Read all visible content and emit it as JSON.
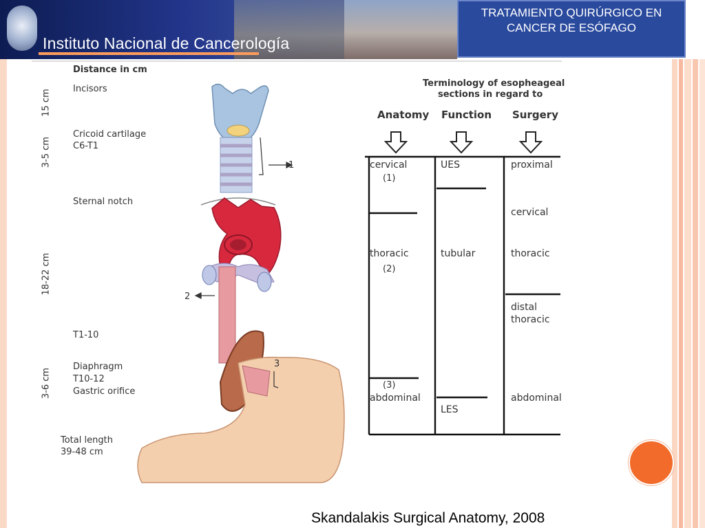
{
  "header": {
    "institution": "Instituto Nacional de Cancerología",
    "slide_title": "TRATAMIENTO QUIRÚRGICO EN CANCER DE ESÓFAGO"
  },
  "colors": {
    "navy": "#22358a",
    "orange": "#f26b2b",
    "artery_red": "#d7283e",
    "esophagus_pink": "#e79a9f"
  },
  "figure": {
    "left_labels": {
      "heading": "Distance in cm",
      "incisors": "Incisors",
      "cricoid": "Cricoid cartilage",
      "c6t1": "C6-T1",
      "sternal_notch": "Sternal notch",
      "t110": "T1-10",
      "diaphragm": "Diaphragm",
      "t1012": "T10-12",
      "gastric_orifice": "Gastric orifice",
      "total_length": "Total length",
      "total_length_value": "39-48 cm"
    },
    "distances": [
      "15 cm",
      "3-5 cm",
      "18-22 cm",
      "3-6 cm"
    ],
    "markers": [
      "1",
      "2",
      "3"
    ],
    "terminology": {
      "heading_line1": "Terminology of esopheageal",
      "heading_line2": "sections in regard to",
      "columns": [
        "Anatomy",
        "Function",
        "Surgery"
      ],
      "anatomy": {
        "cervical": "cervical",
        "n1": "(1)",
        "thoracic": "thoracic",
        "n2": "(2)",
        "n3": "(3)",
        "abdominal": "abdominal"
      },
      "function": {
        "ues": "UES",
        "tubular": "tubular",
        "les": "LES"
      },
      "surgery": {
        "proximal": "proximal",
        "cervical": "cervical",
        "thoracic": "thoracic",
        "distal": "distal",
        "distal2": "thoracic",
        "abdominal": "abdominal"
      }
    }
  },
  "credit": "Skandalakis Surgical Anatomy, 2008"
}
